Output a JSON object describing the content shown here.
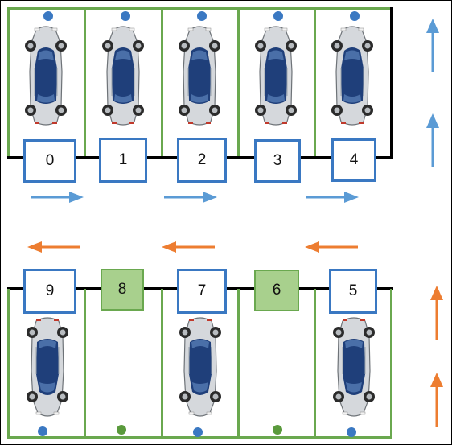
{
  "colors": {
    "occupied_border": "#3a78c2",
    "empty_fill": "#a8d08d",
    "slot_line": "#6aa84f",
    "forward_arrow": "#5b9bd5",
    "backward_arrow": "#ed7d31",
    "sensor_occupied": "#3a78c2",
    "sensor_empty": "#5a9a3c"
  },
  "top_row": {
    "spots": [
      {
        "label": "0",
        "status": "occupied"
      },
      {
        "label": "1",
        "status": "occupied"
      },
      {
        "label": "2",
        "status": "occupied"
      },
      {
        "label": "3",
        "status": "occupied"
      },
      {
        "label": "4",
        "status": "occupied"
      }
    ]
  },
  "bottom_row": {
    "spots": [
      {
        "label": "9",
        "status": "occupied"
      },
      {
        "label": "8",
        "status": "empty"
      },
      {
        "label": "7",
        "status": "occupied"
      },
      {
        "label": "6",
        "status": "empty"
      },
      {
        "label": "5",
        "status": "occupied"
      }
    ]
  },
  "arrows": {
    "top_lane_direction": "right",
    "bottom_lane_direction": "left",
    "top_side_direction": "up",
    "bottom_side_direction": "up"
  }
}
